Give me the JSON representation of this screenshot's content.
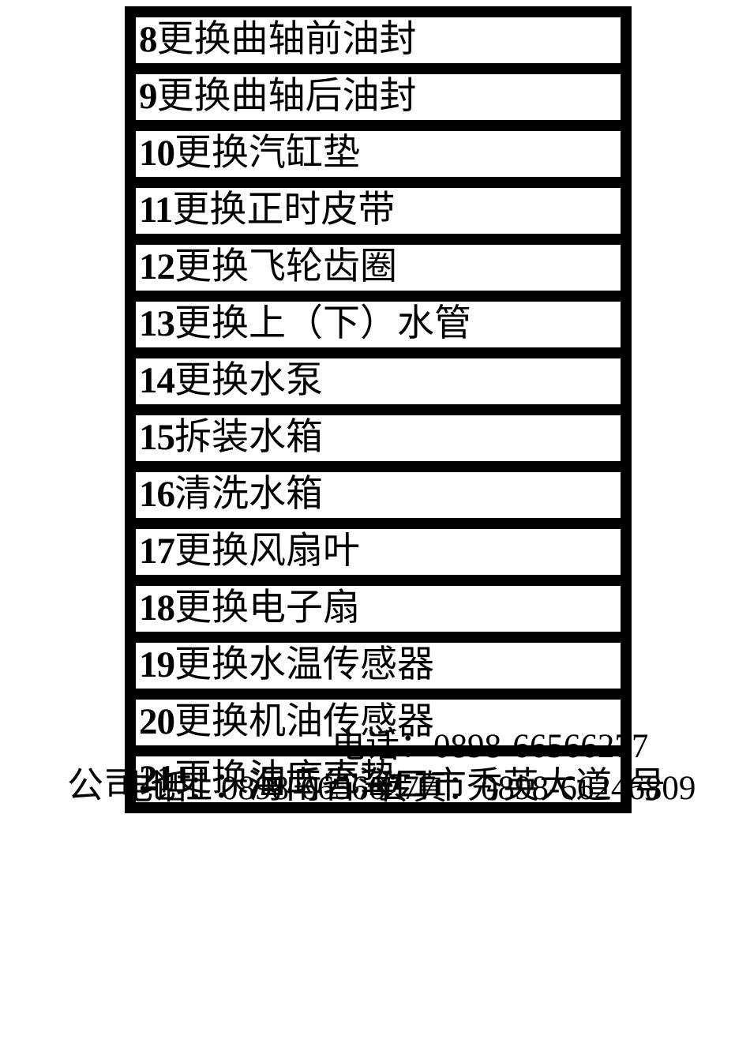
{
  "document": {
    "kind": "service-price-table-page",
    "language": "zh-CN"
  },
  "colors": {
    "background": "#ffffff",
    "border": "#000000",
    "text": "#000000"
  },
  "table": {
    "rows": [
      {
        "num": "8",
        "label": "更换曲轴前油封"
      },
      {
        "num": "9",
        "label": "更换曲轴后油封"
      },
      {
        "num": "10",
        "label": "更换汽缸垫"
      },
      {
        "num": "11",
        "label": "更换正时皮带"
      },
      {
        "num": "12",
        "label": "更换飞轮齿圈"
      },
      {
        "num": "13",
        "label": "更换上（下）水管"
      },
      {
        "num": "14",
        "label": "更换水泵"
      },
      {
        "num": "15",
        "label": "拆装水箱"
      },
      {
        "num": "16",
        "label": "清洗水箱"
      },
      {
        "num": "17",
        "label": "更换风扇叶"
      },
      {
        "num": "18",
        "label": "更换电子扇"
      },
      {
        "num": "19",
        "label": "更换水温传感器"
      },
      {
        "num": "20",
        "label": "更换机油传感器"
      },
      {
        "num": "21",
        "label": "更换油底壳垫"
      }
    ]
  },
  "footer": {
    "phone": "电话：0898-66566277",
    "address_prefix": "公司地址：海南省海口市秀英大道",
    "address_suffix": "号",
    "fax": "传真：0898-66246809"
  }
}
